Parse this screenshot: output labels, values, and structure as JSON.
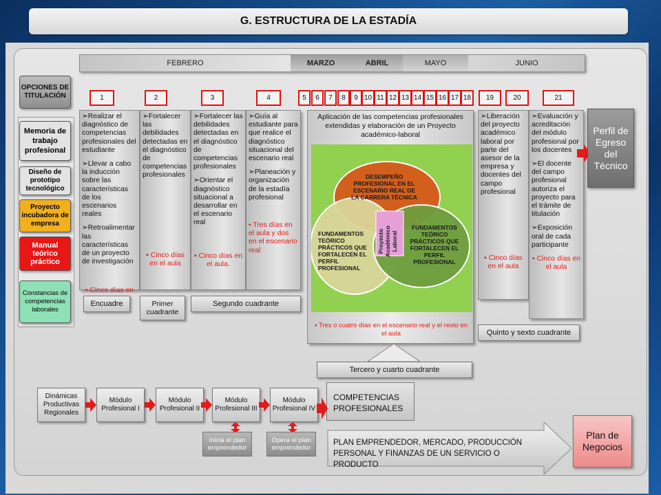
{
  "title": "G. ESTRUCTURA DE LA ESTADÍA",
  "months": [
    "FEBRERO",
    "MARZO",
    "ABRIL",
    "MAYO",
    "JUNIO"
  ],
  "options": {
    "header": "OPCIONES DE TITULACIÓN",
    "items": [
      {
        "label": "Memoria de trabajo profesional",
        "color": "#e3e3e3"
      },
      {
        "label": "Diseño de prototipo tecnológico",
        "color": "#e3e3e3"
      },
      {
        "label": "Proyecto incubadora de empresa",
        "color": "#f2b01f"
      },
      {
        "label": "Manual teórico práctico",
        "color": "#e91616"
      },
      {
        "label": "Constancias de competencias laborales",
        "color": "#8fe0b5"
      }
    ]
  },
  "weeks": [
    "1",
    "2",
    "3",
    "4",
    "5",
    "6",
    "7",
    "8",
    "9",
    "10",
    "11",
    "12",
    "13",
    "14",
    "15",
    "16",
    "17",
    "18",
    "19",
    "20",
    "21"
  ],
  "col1": {
    "items": [
      "Realizar el diagnóstico de competencias profesionales del estudiante",
      "Llevar a cabo la inducción sobre las características de los escenarios reales",
      "Retroalimentar las características de un proyecto de investigación"
    ],
    "note": "Cinco días en el aula"
  },
  "col2": {
    "items": [
      "Fortalecer las debilidades detectadas en el diagnóstico de competencias profesionales"
    ],
    "note": "Cinco días en el aula"
  },
  "col3": {
    "items": [
      "Fortalecer las debilidades detectadas en el diagnóstico de competencias profesionales",
      "Orientar el diagnóstico situacional a desarrollar en el escenario real"
    ],
    "note": "Cinco días en el aula."
  },
  "col4": {
    "items": [
      "Guía al estudiante para que realice el diagnóstico situacional del escenario real",
      "Planeación y organización de la estadía profesional"
    ],
    "note": "Tres días en el aula y dos en el escenario real"
  },
  "center": {
    "heading": "Aplicación de las competencias profesionales extendidas y elaboración de un Proyecto académico-laboral",
    "circle_top": "DESEMPEÑO PROFESIONAL EN EL ESCENARIO REAL DE LA CARRERA TÉCNICA",
    "circle_left": "FUNDAMENTOS TEÓRICO PRÁCTICOS QUE FORTALECEN EL PERFIL PROFESIONAL",
    "circle_right": "FUNDAMENTOS TEÓRICO PRÁCTICOS QUE FORTALECEN EL PERFIL PROFESIONAL",
    "core": "Proyecto Académico Laboral",
    "note": "Tres o cuatro días en el escenario real y el resto en el aula"
  },
  "col19": {
    "items": [
      "Liberación del proyecto académico laboral por parte del asesor de la empresa y docentes del campo profesional"
    ],
    "note": "Cinco días en el aula"
  },
  "col21": {
    "items": [
      "Evaluación y acreditación del módulo profesional por los docentes",
      "El docente del campo profesional autoriza el proyecto para el trámite de titulación",
      "Exposición oral de cada participante"
    ],
    "note": "Cinco días en el aula"
  },
  "profile": "Perfil de Egreso del Técnico",
  "quadrants": {
    "encuadre": "Encuadre",
    "primer": "Primer cuadrante",
    "segundo": "Segundo cuadrante",
    "tercero": "Tercero y cuarto cuadrante",
    "quinto": "Quinto y sexto cuadrante"
  },
  "modules": [
    "Dinámicas Productivas Regionales",
    "Módulo Profesional I",
    "Módulo Profesional II",
    "Módulo Profesional III",
    "Módulo Profesional IV"
  ],
  "competencias": "COMPETENCIAS PROFESIONALES",
  "plan_boxes": [
    "Inicia el plan emprendedor",
    "Opera el plan emprendedor"
  ],
  "plan_arrow": "PLAN EMPRENDEDOR, MERCADO, PRODUCCIÓN PERSONAL Y FINANZAS DE UN SERVICIO O PRODUCTO",
  "negocios": "Plan de Negocios",
  "colors": {
    "accent_red": "#e41b1b",
    "green": "#92d050"
  }
}
